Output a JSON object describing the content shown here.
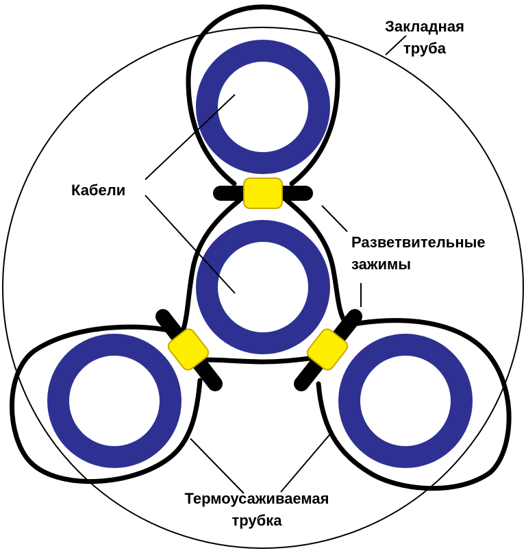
{
  "labels": {
    "conduit_line1": "Закладная",
    "conduit_line2": "труба",
    "cables": "Кабели",
    "clamps_line1": "Разветвительные",
    "clamps_line2": "зажимы",
    "tube_line1": "Термоусаживаемая",
    "tube_line2": "трубка"
  },
  "colors": {
    "cable_ring": "#2e3192",
    "clamp_fill": "#ffee00",
    "clamp_stroke": "#c9a800",
    "outline": "#000000",
    "background": "#ffffff"
  }
}
